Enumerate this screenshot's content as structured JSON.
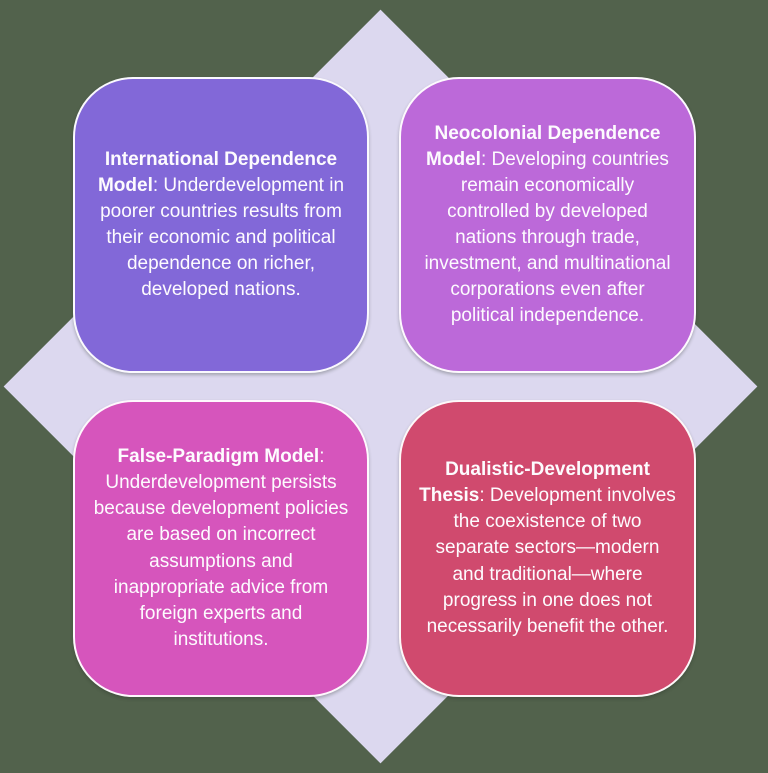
{
  "background_color": "#52624c",
  "diamond_color": "#dcd8ef",
  "text_color": "#fdfbfe",
  "boxes": [
    {
      "id": "international-dependence-model",
      "title": "International Dependence Model",
      "body": ": Underdevelopment in poorer countries results from their economic and political dependence on richer, developed nations.",
      "color": "#8268d8"
    },
    {
      "id": "neocolonial-dependence-model",
      "title": "Neocolonial Dependence Model",
      "body": ": Developing countries remain economically controlled by developed nations through trade, investment, and multinational corporations even after political independence.",
      "color": "#bc69d9"
    },
    {
      "id": "false-paradigm-model",
      "title": "False-Paradigm Model",
      "body": ": Underdevelopment persists because development policies are based on incorrect assumptions and inappropriate advice from foreign experts and institutions.",
      "color": "#d655bc"
    },
    {
      "id": "dualistic-development-thesis",
      "title": "Dualistic-Development Thesis",
      "body": ": Development involves the coexistence of two separate sectors—modern and traditional—where progress in one does not necessarily benefit the other.",
      "color": "#d04a6e"
    }
  ]
}
